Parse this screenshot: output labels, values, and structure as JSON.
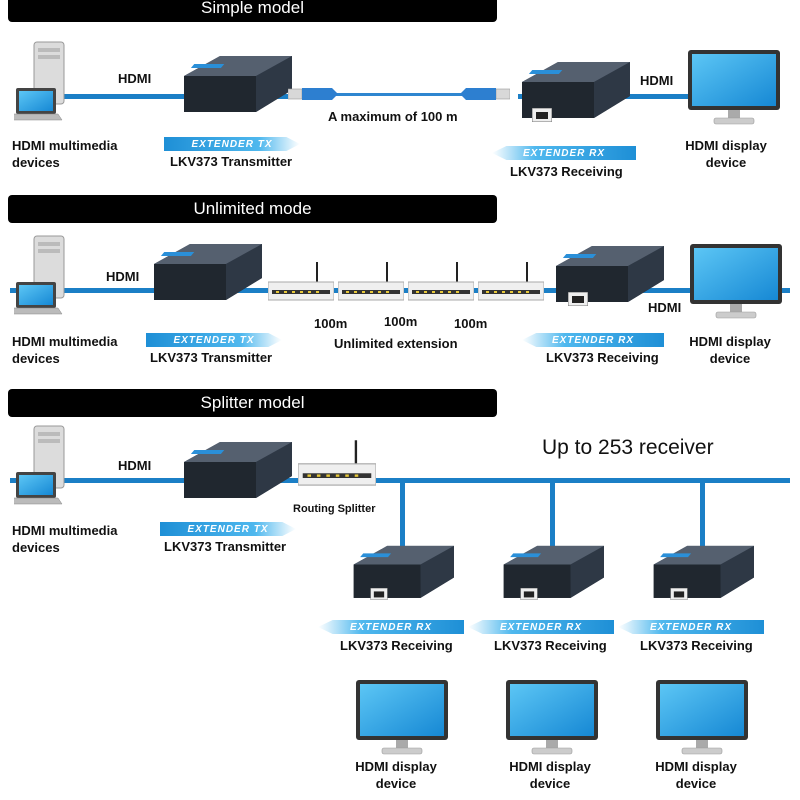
{
  "sections": {
    "simple": {
      "title": "Simple model",
      "source_label": "HDMI multimedia devices",
      "source_line1": "HDMI multimedia",
      "source_line2": "devices",
      "hdmi_left": "HDMI",
      "hdmi_right": "HDMI",
      "tx_badge": "EXTENDER TX",
      "tx_label": "LKV373 Transmitter",
      "distance": "A maximum of 100 m",
      "rx_badge": "EXTENDER RX",
      "rx_label": "LKV373 Receiving",
      "display_line1": "HDMI display",
      "display_line2": "device"
    },
    "unlimited": {
      "title": "Unlimited mode",
      "source_line1": "HDMI multimedia",
      "source_line2": "devices",
      "hdmi_left": "HDMI",
      "hdmi_right": "HDMI",
      "tx_badge": "EXTENDER TX",
      "tx_label": "LKV373 Transmitter",
      "hops": [
        "100m",
        "100m",
        "100m"
      ],
      "extension": "Unlimited extension",
      "rx_badge": "EXTENDER RX",
      "rx_label": "LKV373 Receiving",
      "display_line1": "HDMI display",
      "display_line2": "device"
    },
    "splitter": {
      "title": "Splitter model",
      "source_line1": "HDMI multimedia",
      "source_line2": "devices",
      "hdmi_left": "HDMI",
      "tx_badge": "EXTENDER TX",
      "tx_label": "LKV373 Transmitter",
      "router_label": "Routing Splitter",
      "headline": "Up to 253 receiver",
      "receivers": [
        {
          "badge": "EXTENDER RX",
          "label": "LKV373 Receiving",
          "display_line1": "HDMI display",
          "display_line2": "device"
        },
        {
          "badge": "EXTENDER RX",
          "label": "LKV373 Receiving",
          "display_line1": "HDMI display",
          "display_line2": "device"
        },
        {
          "badge": "EXTENDER RX",
          "label": "LKV373 Receiving",
          "display_line1": "HDMI display",
          "display_line2": "device"
        }
      ]
    }
  },
  "colors": {
    "cable": "#1b7fc6",
    "banner": "#000000",
    "screen": "#29a3e8",
    "device_body": "#2a3340"
  },
  "icons": [
    "pc-tower-icon",
    "laptop-icon",
    "extender-box-icon",
    "rj45-plug-icon",
    "network-switch-icon",
    "antenna-icon",
    "monitor-icon"
  ]
}
